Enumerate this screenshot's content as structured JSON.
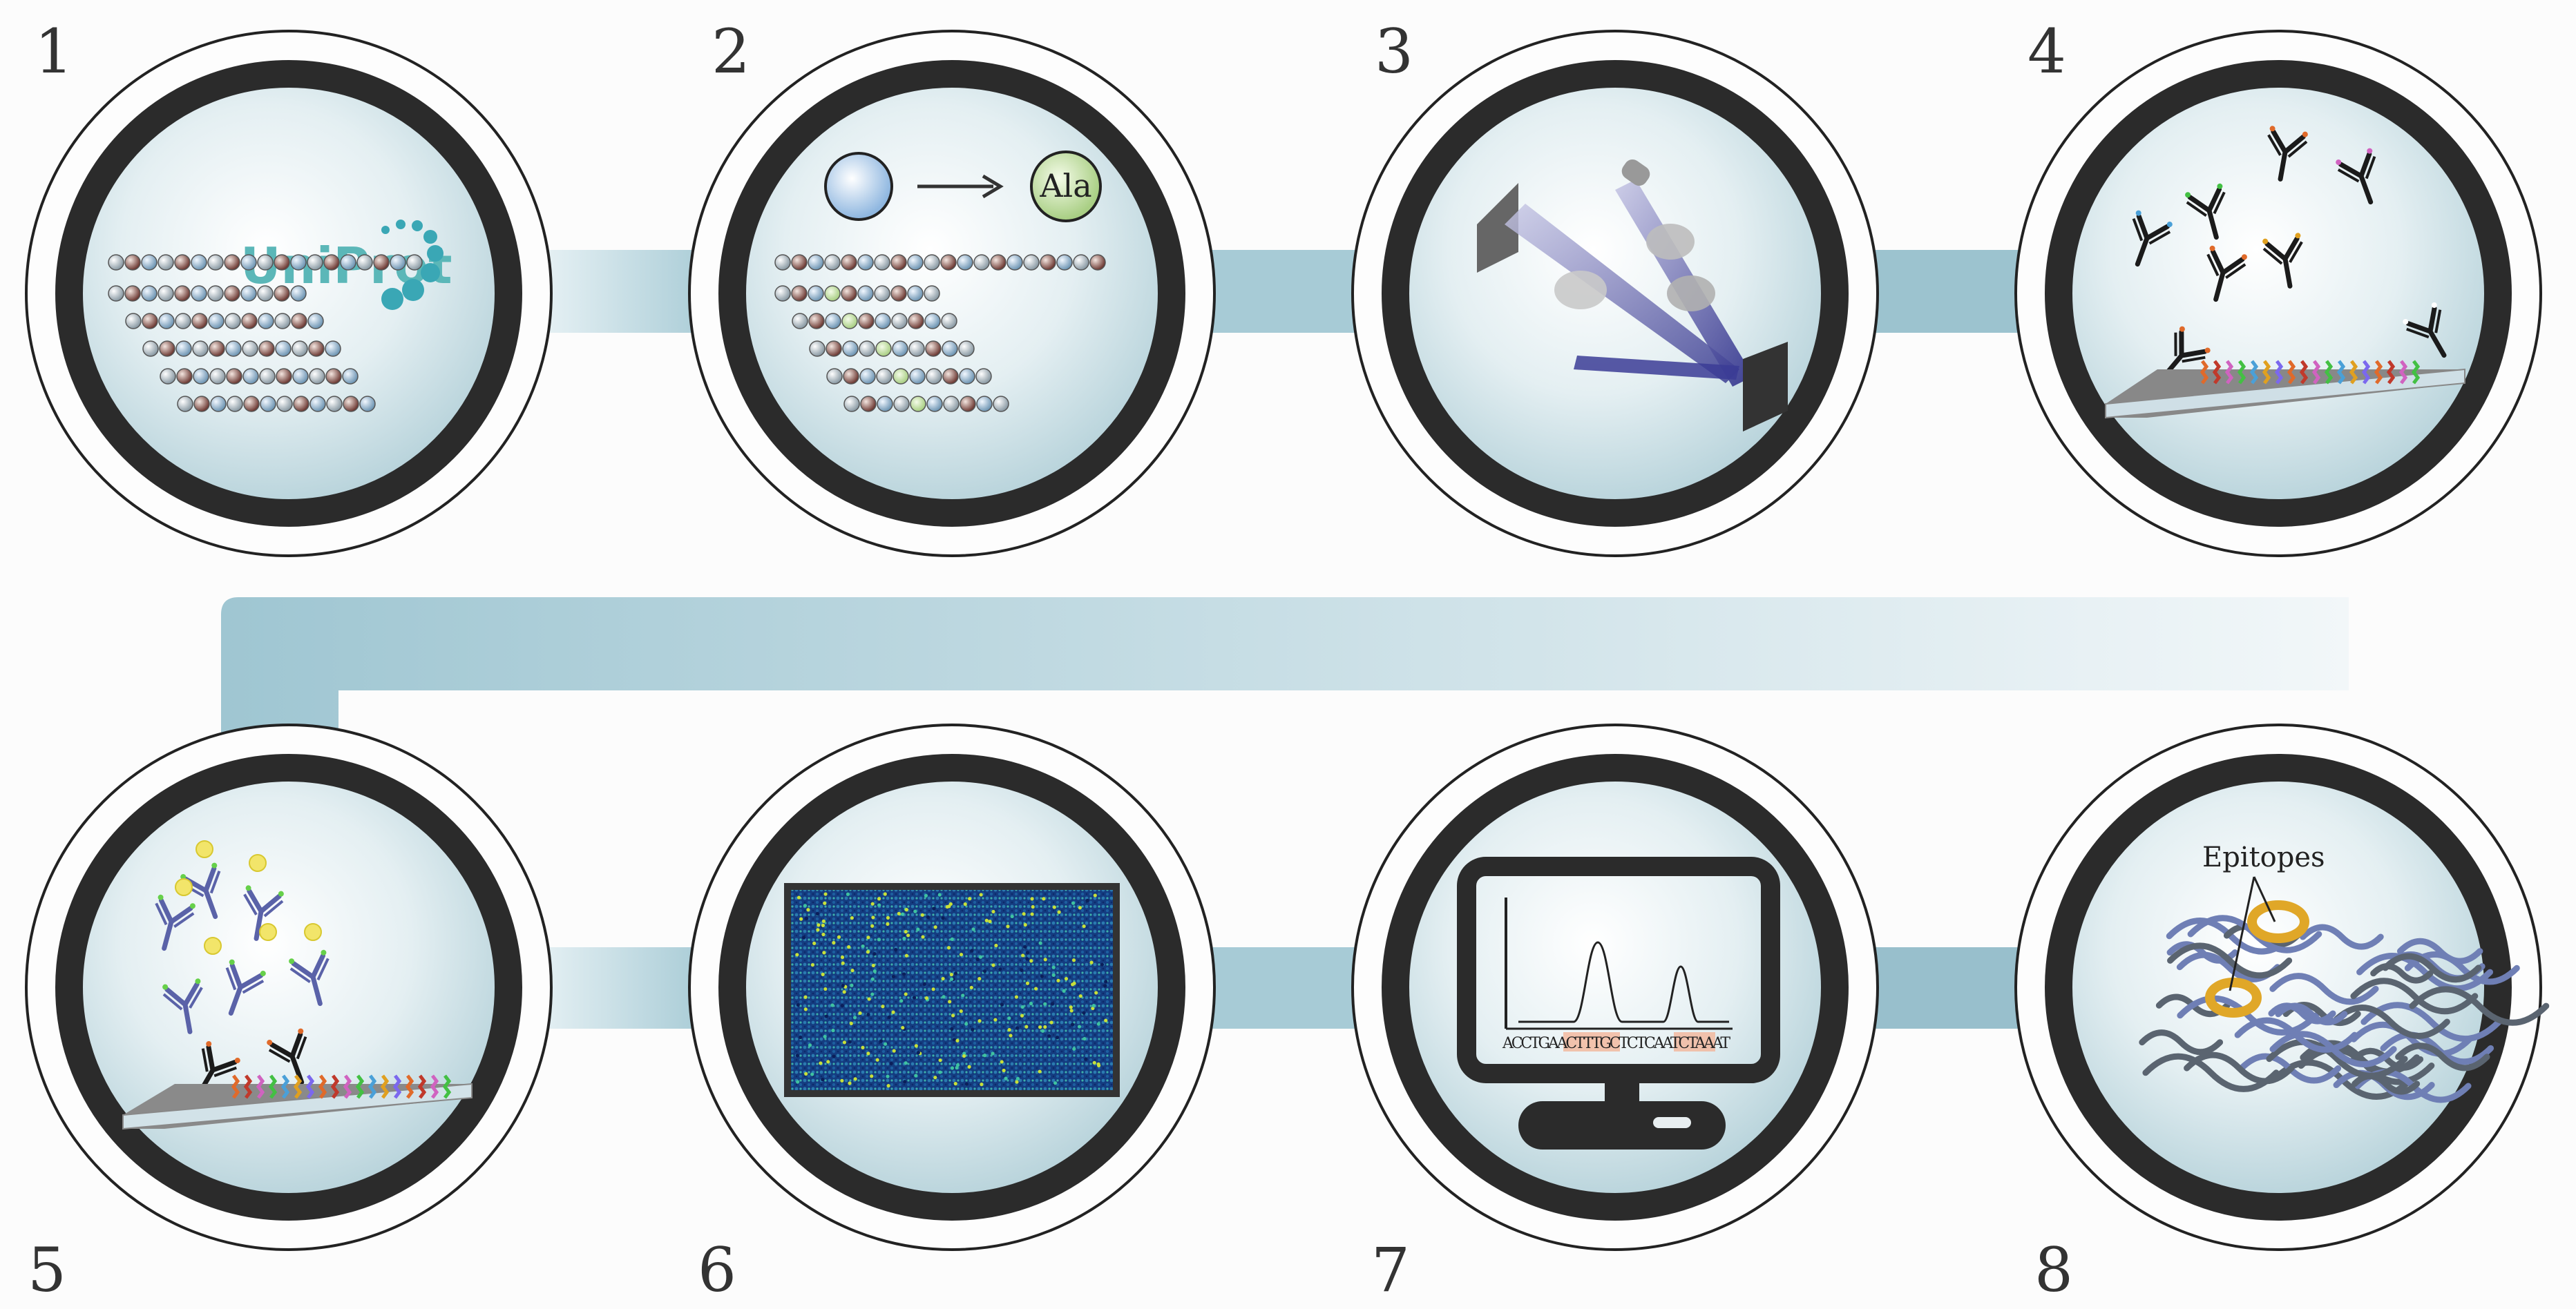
{
  "steps": [
    {
      "number": "1",
      "title": "UniProt"
    },
    {
      "number": "2",
      "title": "Ala"
    },
    {
      "number": "3",
      "title": ""
    },
    {
      "number": "4",
      "title": ""
    },
    {
      "number": "5",
      "title": ""
    },
    {
      "number": "6",
      "title": ""
    },
    {
      "number": "7",
      "title": "ACCTGAACTTTGCTCTCAATCTAAAT"
    },
    {
      "number": "8",
      "title": "Epitopes"
    }
  ],
  "colors": {
    "connector": "#9fc6d2",
    "ring": "#2b2b2b",
    "disc_inner": "#ffffff",
    "disc_outer": "#bcd6dd",
    "uniprot_teal": "#5bb7b8",
    "uniprot_blue": "#1f6f8f",
    "epitope_gold": "#e0a728",
    "protein_gray": "#5a6470",
    "protein_blue": "#6f7fb5",
    "dna_highlight": "#f3b59a"
  },
  "icons": [
    "uniprot-logo",
    "alanine-substitution",
    "photolithography",
    "antibody-binding",
    "labeled-antibody",
    "fluorescence-scan",
    "sequence-monitor",
    "protein-structure"
  ]
}
